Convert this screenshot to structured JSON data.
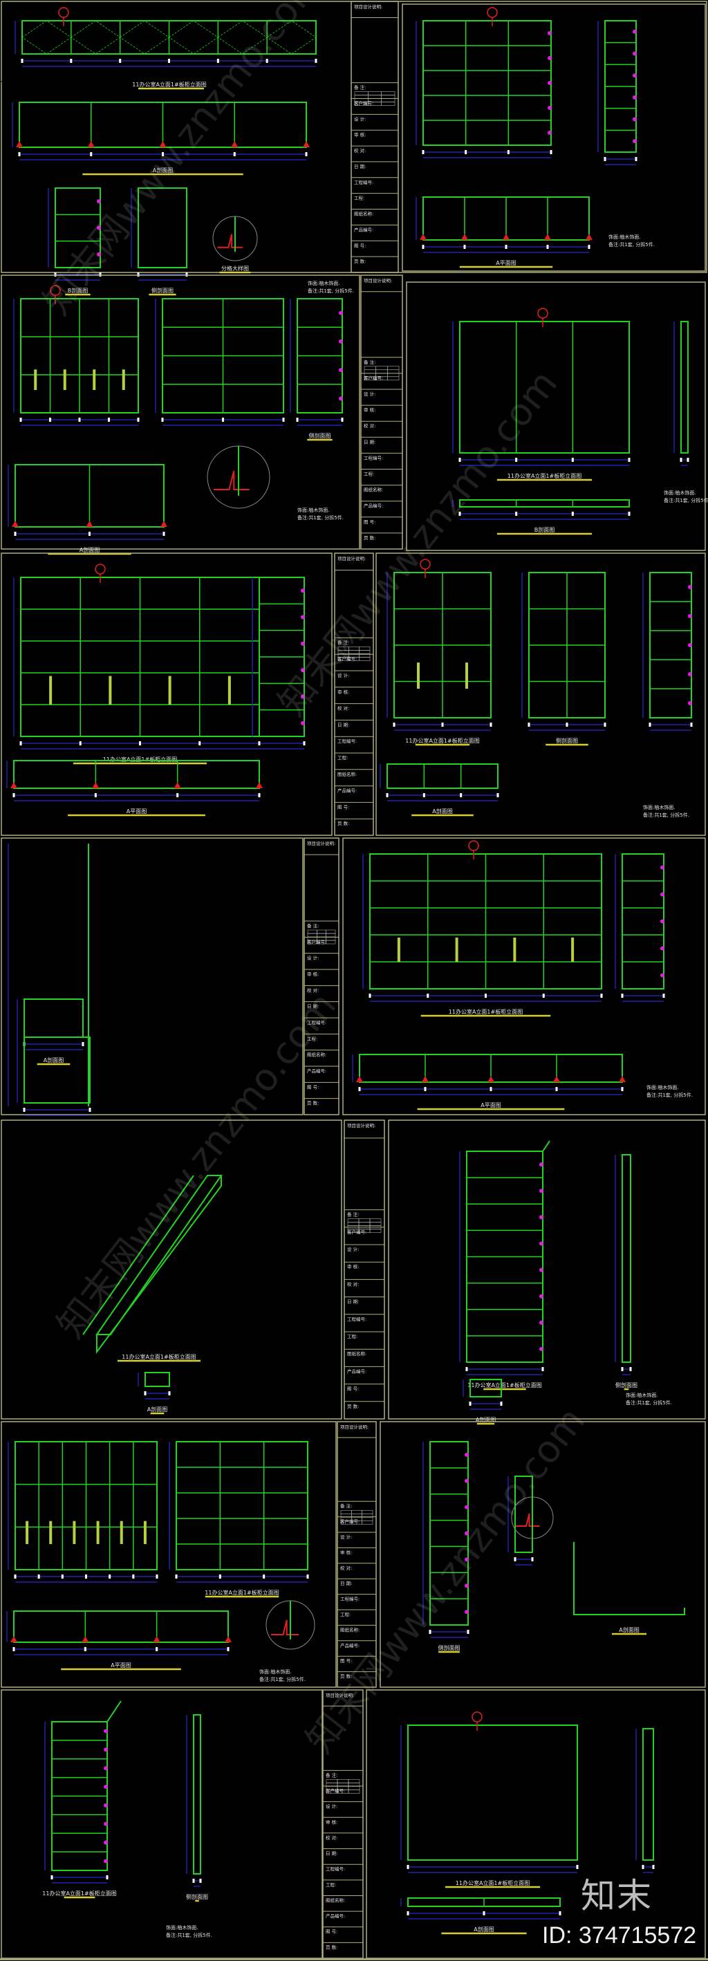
{
  "watermark": "知末网www.znzmo.com",
  "brand": {
    "logo": "知末",
    "id_label": "ID: 374715572"
  },
  "colors": {
    "background": "#000000",
    "cabinet": "#22d422",
    "dimension": "#2828d0",
    "section_mark": "#e02020",
    "hardware": "#e020e0",
    "caption_underline": "#d8d030",
    "frame": "#b0b078"
  },
  "captions": [
    "11办公室A立面1#板柜立面图",
    "A剖面图",
    "B剖面图",
    "侧剖面图",
    "分格大样图",
    "A平面图",
    "B剖面图"
  ],
  "notes": {
    "finish": "饰面:柚木饰面.",
    "remark": "备注:共1套, 分拆5件."
  },
  "title_block": {
    "header": "项目设计说明:",
    "rows": [
      "备 注:",
      "客户编号:",
      "设 计:",
      "审 核:",
      "校 对:",
      "日 期:",
      "工程编号:",
      "工程:",
      "图纸名称:",
      "产品编号:",
      "图 号:",
      "页 数:"
    ]
  }
}
